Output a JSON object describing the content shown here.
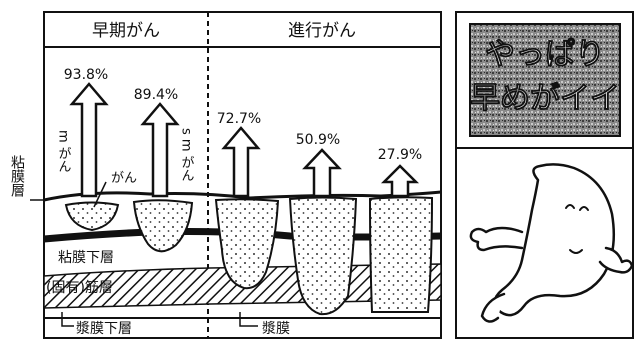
{
  "headers": {
    "early": "早期がん",
    "advanced": "進行がん"
  },
  "layers": {
    "mucosa": "粘膜層",
    "submucosa": "粘膜下層",
    "muscle": "(固有)筋層",
    "subserosa": "漿膜下層",
    "serosa": "漿膜"
  },
  "cancer_types": {
    "m": "m がん",
    "sm": "s m がん",
    "generic": "がん"
  },
  "survival": [
    "93.8%",
    "89.4%",
    "72.7%",
    "50.9%",
    "27.9%"
  ],
  "mascot": {
    "caption": "やっぱり早めがイイ"
  }
}
